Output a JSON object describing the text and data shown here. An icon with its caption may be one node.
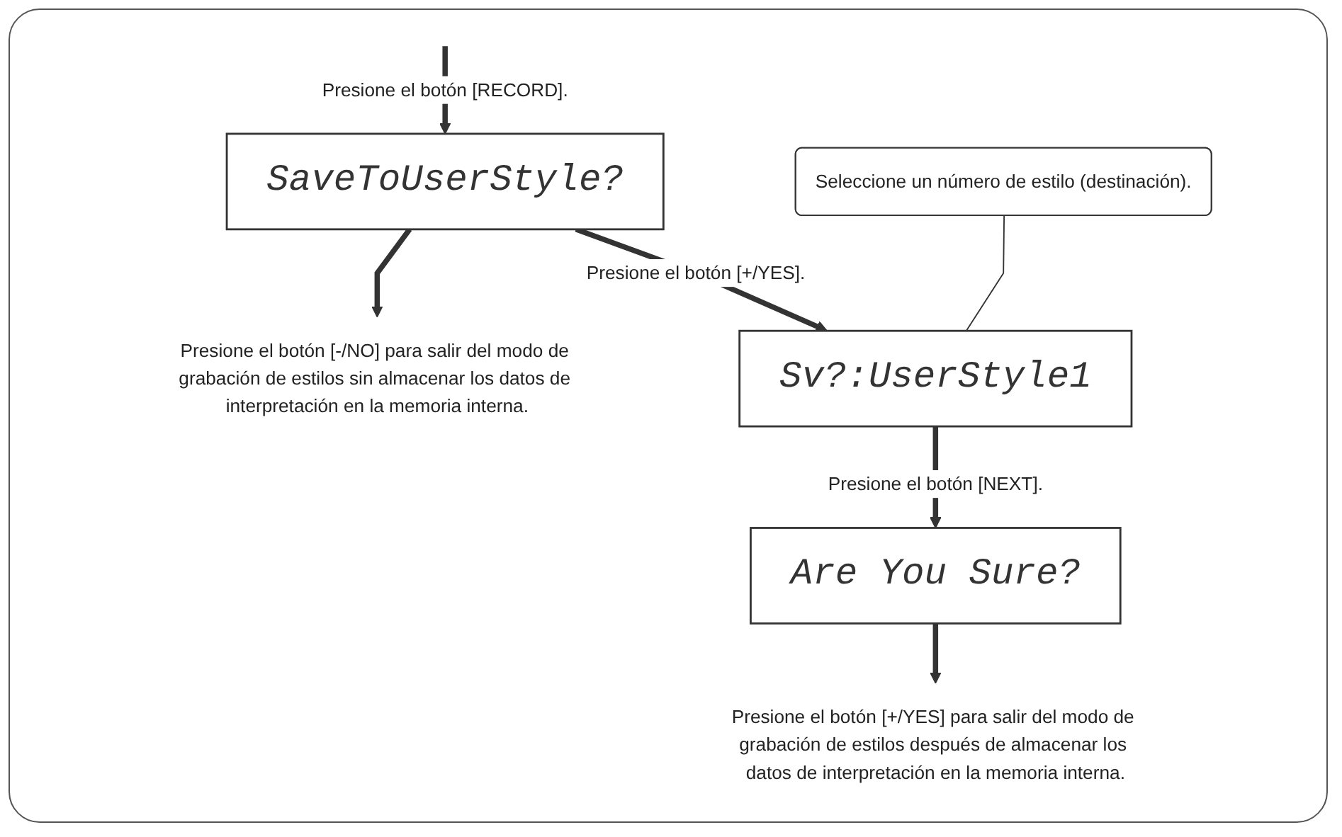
{
  "diagram": {
    "nodes": [
      {
        "text": [
          "SaveToUserStyle?"
        ]
      },
      {
        "text": [
          "Presione el botón [-/NO] para salir del modo de grabación de estilos sin almacenar los datos de interpretación en la memoria interna."
        ]
      },
      {
        "text": [
          "Sv?:UserStyle1"
        ]
      },
      {
        "text": [
          "Seleccione un número de estilo (destinación)."
        ]
      },
      {
        "text": [
          "Are You Sure?"
        ]
      },
      {
        "text": [
          "Presione el botón [+/YES] para salir del modo de grabación de estilos después de almacenar los datos de interpretación en la memoria interna."
        ]
      }
    ],
    "edges": [
      {
        "from": null,
        "to": 0,
        "arrow": "to",
        "label": "Presione el botón [RECORD]."
      },
      {
        "from": 0,
        "to": 1,
        "arrow": "to"
      },
      {
        "from": 0,
        "to": 2,
        "arrow": "to",
        "label": "Presione el botón [+/YES]."
      },
      {
        "from": 3,
        "to": 2,
        "arrow": "none"
      },
      {
        "from": 2,
        "to": 4,
        "arrow": "to",
        "label": "Presione el botón [NEXT]."
      },
      {
        "from": 4,
        "to": 5,
        "arrow": "to"
      }
    ]
  }
}
